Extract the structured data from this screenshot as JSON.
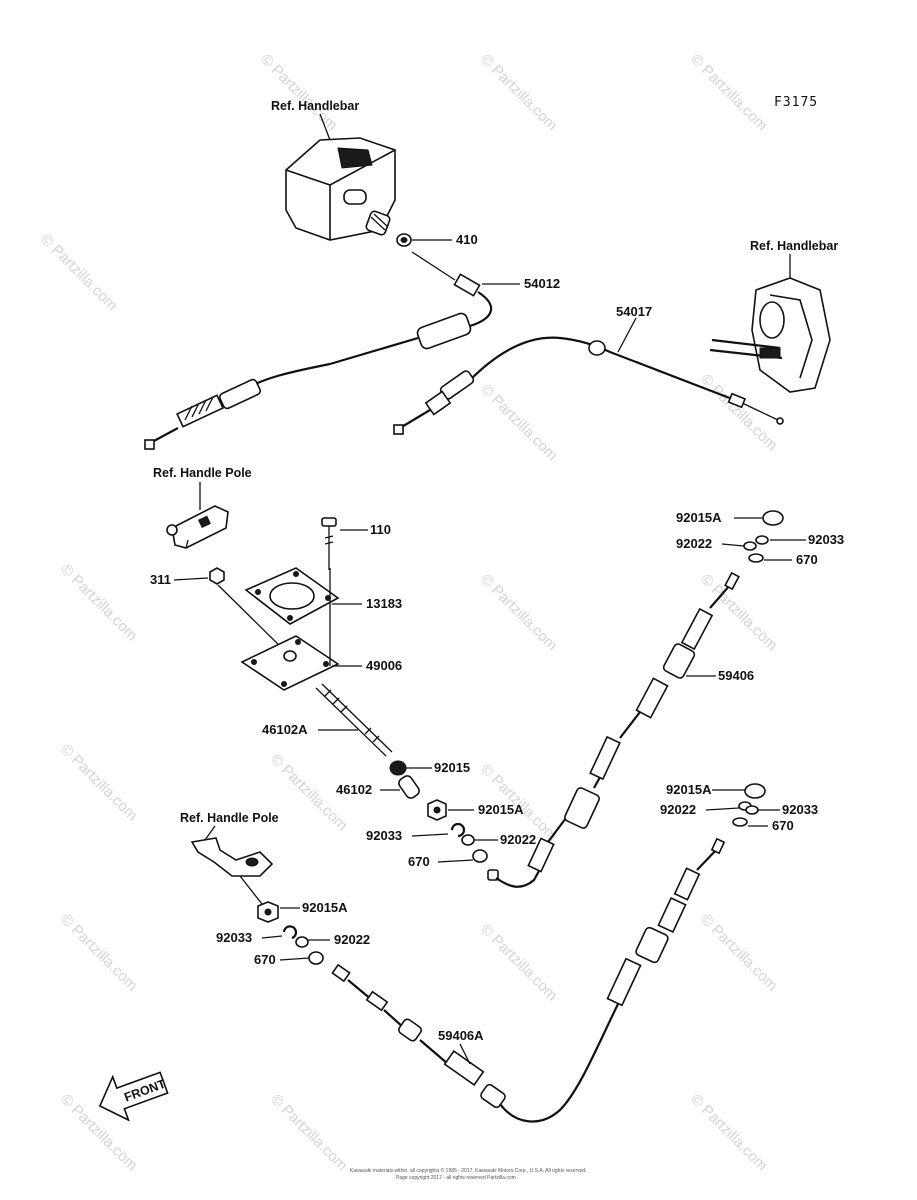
{
  "figure_code": "F3175",
  "watermark": "© Partzilla.com",
  "footer": {
    "line1": "Kawasaki materials within, all copyrights © 1985 - 2017, Kawasaki Motors Corp., U.S.A. All rights reserved.",
    "line2": "Page copyright 2017 - all rights reserved Partzilla.com"
  },
  "ref_labels": {
    "handlebar_left": "Ref. Handlebar",
    "handlebar_right": "Ref. Handlebar",
    "handle_pole_top": "Ref. Handle Pole",
    "handle_pole_bottom": "Ref. Handle Pole"
  },
  "front_arrow": "FRONT",
  "part_labels": {
    "p410": "410",
    "p54012": "54012",
    "p54017": "54017",
    "p110": "110",
    "p311": "311",
    "p13183": "13183",
    "p49006": "49006",
    "p46102A": "46102A",
    "p92015_mid": "92015",
    "p46102": "46102",
    "p92015A_mid": "92015A",
    "p92033_mid": "92033",
    "p92022_mid": "92022",
    "p670_mid": "670",
    "p92015A_tr": "92015A",
    "p92022_tr": "92022",
    "p92033_tr": "92033",
    "p670_tr": "670",
    "p59406": "59406",
    "p92015A_r2": "92015A",
    "p92022_r2": "92022",
    "p92033_r2": "92033",
    "p670_r2": "670",
    "p92015A_bl": "92015A",
    "p92033_bl": "92033",
    "p92022_bl": "92022",
    "p670_bl": "670",
    "p59406A": "59406A"
  }
}
